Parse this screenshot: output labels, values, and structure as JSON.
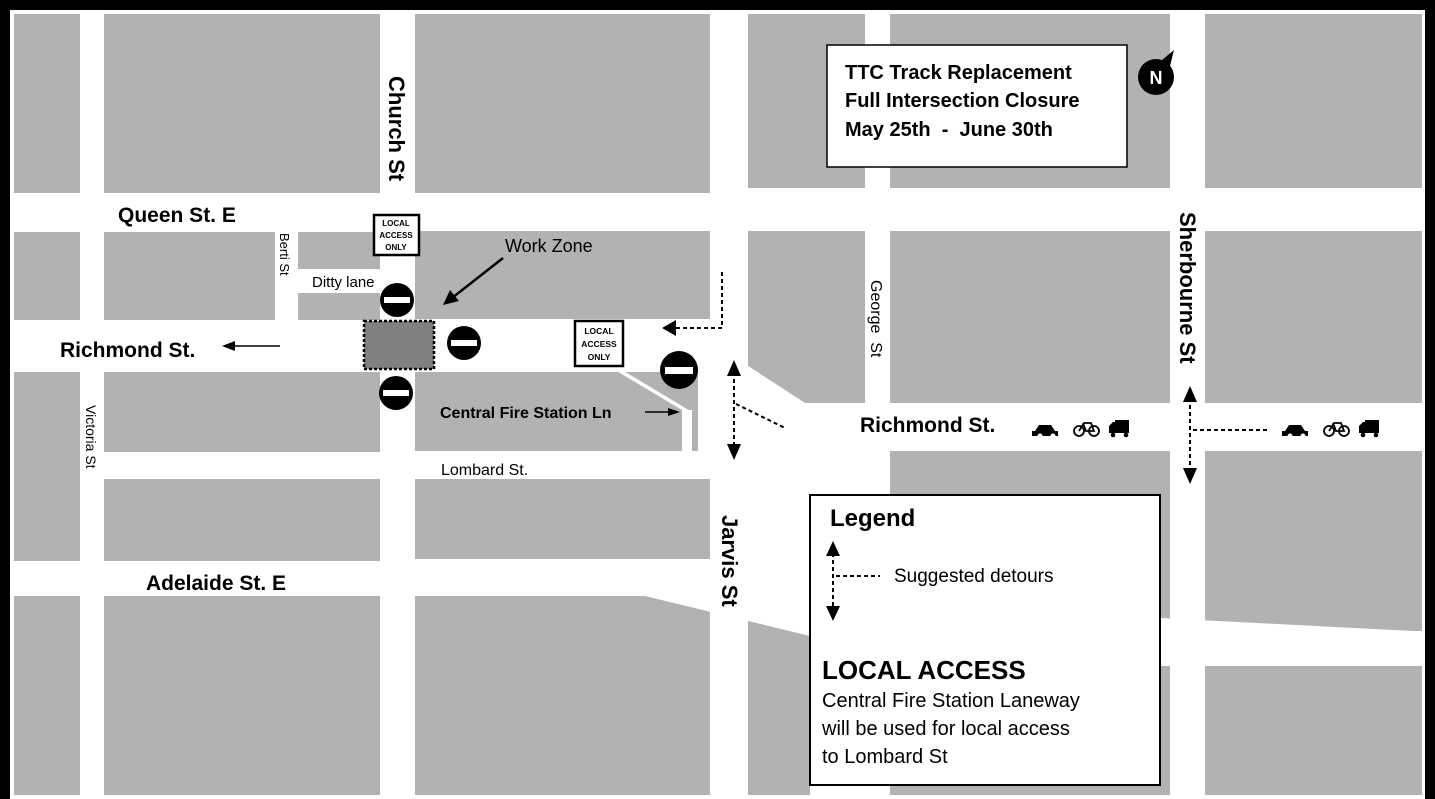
{
  "title": {
    "line1": "TTC Track Replacement",
    "line2": "Full Intersection Closure",
    "line3": "May 25th  -  June 30th"
  },
  "north_label": "N",
  "streets": {
    "church": "Church St",
    "queen": "Queen St. E",
    "berti": "Berti St",
    "ditty": "Ditty lane",
    "richmond_west": "Richmond St.",
    "richmond_east": "Richmond St.",
    "victoria": "Victoria St",
    "central_fire": "Central Fire Station Ln",
    "lombard": "Lombard St.",
    "adelaide": "Adelaide St. E",
    "jarvis": "Jarvis St",
    "george": "George  St",
    "sherbourne": "Sherbourne St"
  },
  "labels": {
    "work_zone": "Work Zone",
    "local_access_sign_line1": "LOCAL",
    "local_access_sign_line2": "ACCESS",
    "local_access_sign_line3": "ONLY"
  },
  "legend": {
    "title": "Legend",
    "detours": "Suggested detours",
    "local_access_title": "LOCAL ACCESS",
    "local_access_line1": "Central Fire Station Laneway",
    "local_access_line2": "will be used for local access",
    "local_access_line3": "to Lombard St"
  },
  "colors": {
    "block": "#b2b2b3",
    "road": "#ffffff",
    "work_zone": "#808080",
    "frame": "#000000"
  }
}
